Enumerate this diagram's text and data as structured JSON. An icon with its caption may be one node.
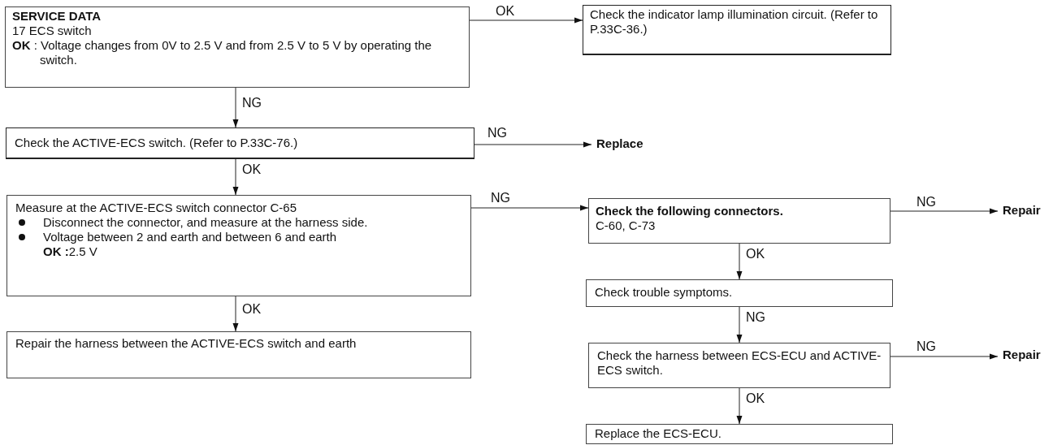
{
  "diagram": {
    "nodes": [
      {
        "text": [
          "SERVICE DATA",
          "17 ECS switch",
          "**OK** : Voltage changes from 0V to 2.5 V and from 2.5 V to 5 V by operating the switch."
        ]
      },
      {
        "text": [
          "Check the indicator lamp illumination circuit. (Refer to P.33C-36.)"
        ]
      },
      {
        "text": [
          "Check the ACTIVE-ECS switch. (Refer to P.33C-76.)"
        ]
      },
      {
        "text": [
          "Replace"
        ]
      },
      {
        "text": [
          "Measure at the ACTIVE-ECS switch connector C-65",
          "Disconnect the connector, and measure at the harness side.",
          "Voltage between 2 and earth and between 6 and earth",
          "**OK :**2.5 V"
        ]
      },
      {
        "text": [
          "Check the following connectors.",
          "C-60, C-73"
        ]
      },
      {
        "text": [
          "Repair"
        ]
      },
      {
        "text": [
          "Repair the harness between the ACTIVE-ECS switch and earth"
        ]
      },
      {
        "text": [
          "Check trouble symptoms."
        ]
      },
      {
        "text": [
          "Check the harness between ECS-ECU and ACTIVE-ECS switch."
        ]
      },
      {
        "text": [
          "Repair"
        ]
      },
      {
        "text": [
          "Replace the ECS-ECU."
        ]
      }
    ],
    "edges": [
      {
        "from": 0,
        "to": 1,
        "arrow": "to",
        "label": "OK"
      },
      {
        "from": 0,
        "to": 2,
        "arrow": "to",
        "label": "NG"
      },
      {
        "from": 2,
        "to": 3,
        "arrow": "to",
        "label": "NG"
      },
      {
        "from": 2,
        "to": 4,
        "arrow": "to",
        "label": "OK"
      },
      {
        "from": 4,
        "to": 5,
        "arrow": "to",
        "label": "NG"
      },
      {
        "from": 4,
        "to": 7,
        "arrow": "to",
        "label": "OK"
      },
      {
        "from": 5,
        "to": 6,
        "arrow": "to",
        "label": "NG"
      },
      {
        "from": 5,
        "to": 8,
        "arrow": "to",
        "label": "OK"
      },
      {
        "from": 8,
        "to": 9,
        "arrow": "to",
        "label": "NG"
      },
      {
        "from": 9,
        "to": 10,
        "arrow": "to",
        "label": "NG"
      },
      {
        "from": 9,
        "to": 11,
        "arrow": "to",
        "label": "OK"
      }
    ]
  }
}
